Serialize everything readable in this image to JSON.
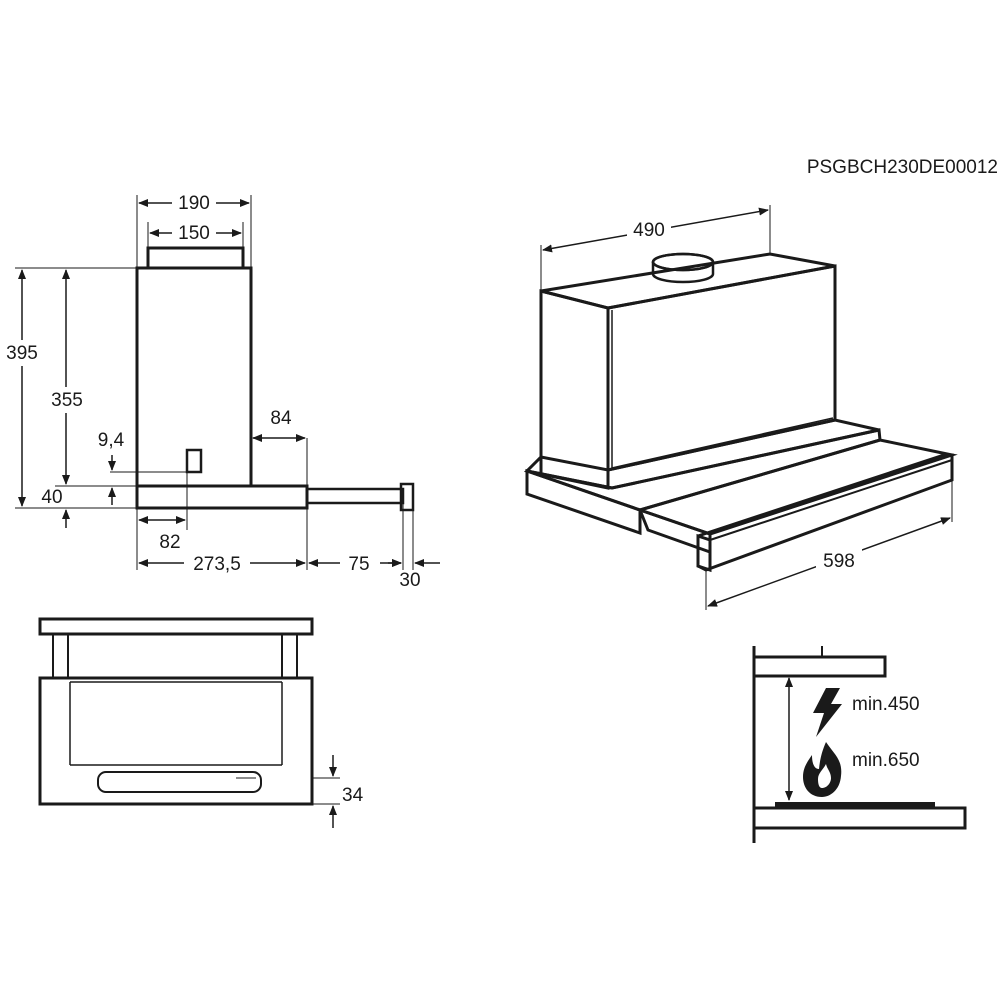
{
  "drawing_code": "PSGBCH230DE00012",
  "side_view": {
    "dims": {
      "width_outer": "190",
      "width_inner": "150",
      "height_total": "395",
      "height_body": "355",
      "offset_small": "9,4",
      "depth_ext": "84",
      "base_height": "40",
      "base_offset": "82",
      "depth_body": "273,5",
      "depth_slide": "75",
      "front_panel": "30"
    }
  },
  "perspective_view": {
    "dims": {
      "width": "598",
      "chimney_width": "490"
    }
  },
  "front_view": {
    "dims": {
      "handle_height": "34"
    }
  },
  "clearance_view": {
    "electric": "min.450",
    "gas": "min.650"
  }
}
